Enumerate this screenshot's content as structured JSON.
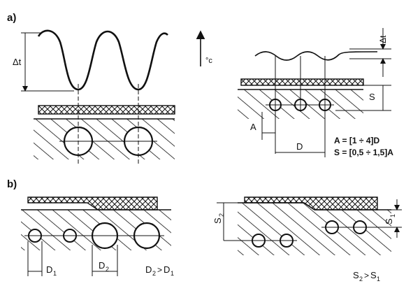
{
  "panel_a": {
    "label": "a)",
    "temp_delta_left": "Δt",
    "temp_unit": "°c",
    "temp_delta_right": "Δt",
    "depth_label": "S",
    "spacing_label": "A",
    "diameter_label": "D",
    "formula_A": "A = [1 ÷ 4]D",
    "formula_S": "S = [0,5 ÷ 1,5]A"
  },
  "panel_b": {
    "label": "b)",
    "d1_label": "D",
    "d1_sub": "1",
    "d2_label": "D",
    "d2_sub": "2",
    "rel_d_main": "D",
    "rel_d_sub2": "2",
    "rel_d_sub1": "1",
    "s2_label": "S",
    "s2_sub": "2",
    "s1_label": "S",
    "s1_sub": "1",
    "rel_s_main": "S",
    "rel_s_sub2": "2",
    "rel_s_sub1": "1"
  },
  "colors": {
    "ink": "#111111",
    "paper": "#ffffff"
  }
}
